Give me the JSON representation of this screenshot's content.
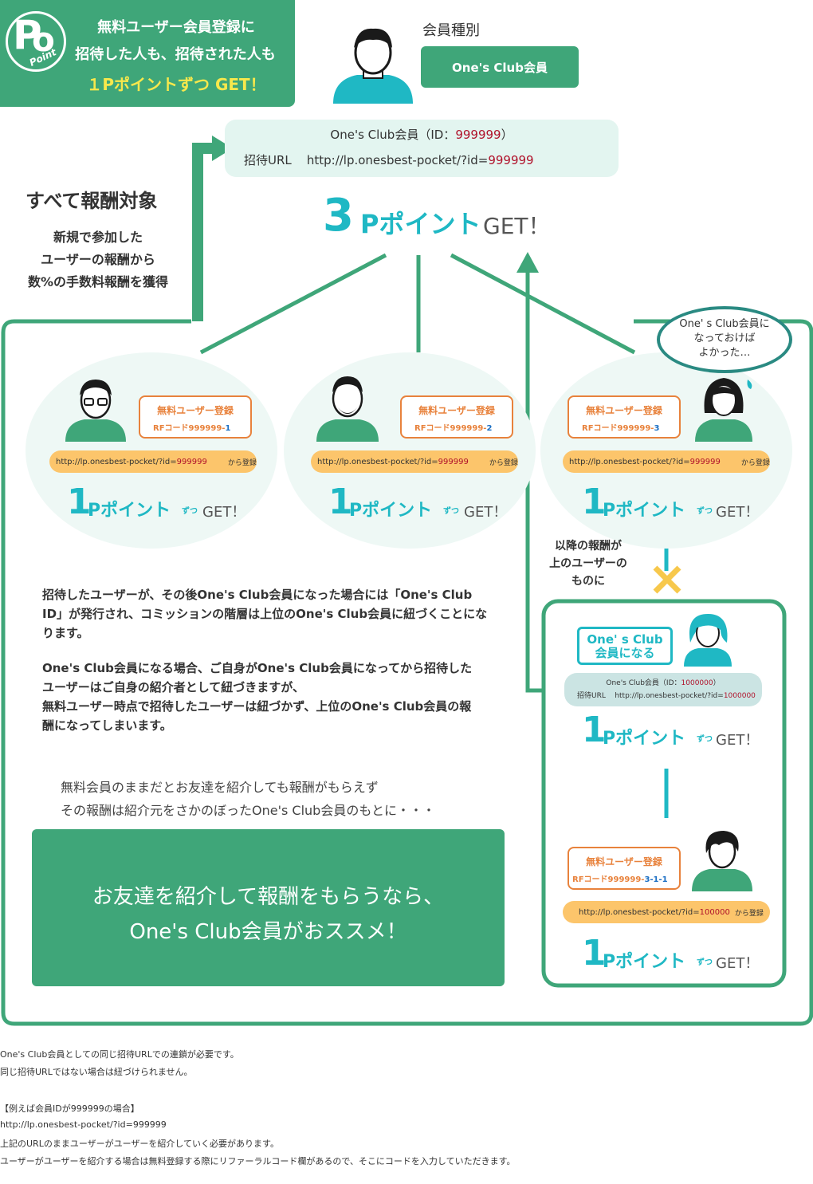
{
  "banner": {
    "line1": "無料ユーザー会員登録に",
    "line2": "招待した人も、招待された人も",
    "line3": "１Pポイントずつ GET！",
    "logo_letter": "P",
    "logo_letter2": "o",
    "logo_text": "Point"
  },
  "member_type": {
    "label": "会員種別",
    "button": "One's Club会員"
  },
  "top_member": {
    "id_prefix": "One's Club会員（ID：",
    "id_value": "999999",
    "id_suffix": "）",
    "url_label": "招待URL",
    "url_base": "http://lp.onesbest-pocket/?id=",
    "url_id": "999999"
  },
  "top_reward": {
    "amount": "3",
    "unit": "Pポイント",
    "get": "GET！"
  },
  "side": {
    "title": "すべて報酬対象",
    "desc1": "新規で参加した",
    "desc2": "ユーザーの報酬から",
    "desc3": "数%の手数料報酬を獲得"
  },
  "children": [
    {
      "reg_title": "無料ユーザー登録",
      "code_prefix": "RFコード999999-",
      "code_suffix": "1",
      "url_base": "http://lp.onesbest-pocket/?id=",
      "url_id": "999999",
      "url_tail": "から登録"
    },
    {
      "reg_title": "無料ユーザー登録",
      "code_prefix": "RFコード999999-",
      "code_suffix": "2",
      "url_base": "http://lp.onesbest-pocket/?id=",
      "url_id": "999999",
      "url_tail": "から登録"
    },
    {
      "reg_title": "無料ユーザー登録",
      "code_prefix": "RFコード999999-",
      "code_suffix": "3",
      "url_base": "http://lp.onesbest-pocket/?id=",
      "url_id": "999999",
      "url_tail": "から登録"
    }
  ],
  "reward_small": {
    "amount": "1",
    "unit": "Pポイント",
    "zutsu": "ずつ",
    "get": "GET！"
  },
  "bubble": {
    "line1": "One' s Club会員に",
    "line2": "なっておけば",
    "line3": "よかった…"
  },
  "note": {
    "line1": "以降の報酬が",
    "line2": "上のユーザーの",
    "line3": "ものに"
  },
  "explain": {
    "p1_1": "招待したユーザーが、その後One's Club会員になった場合には「One's Club",
    "p1_2": "ID」が発行され、コミッションの階層は上位のOne's Club会員に紐づくことにな",
    "p1_3": "ります。",
    "p2_1": "One's Club会員になる場合、ご自身がOne's Club会員になってから招待した",
    "p2_2": "ユーザーはご自身の紹介者として紐づきますが、",
    "p2_3": "無料ユーザー時点で招待したユーザーは紐づかず、上位のOne's Club会員の報",
    "p2_4": "酬になってしまいます。",
    "grey1": "無料会員のままだとお友達を紹介しても報酬がもらえず",
    "grey2": "その報酬は紹介元をさかのぼったOne's Club会員のもとに・・・"
  },
  "cta": {
    "line1": "お友達を紹介して報酬をもらうなら、",
    "line2": "One's Club会員がおススメ！"
  },
  "upgraded": {
    "badge1": "One' s Club",
    "badge2": "会員になる",
    "id_prefix": "One's Club会員（ID：",
    "id_value": "1000000",
    "id_suffix": "）",
    "url_label": "招待URL",
    "url_base": "http://lp.onesbest-pocket/?id=",
    "url_id": "1000000"
  },
  "grandchild": {
    "reg_title": "無料ユーザー登録",
    "code_prefix": "RFコード999999-",
    "code_suffix": "3-1-1",
    "url_base": "http://lp.onesbest-pocket/?id=",
    "url_id": "100000",
    "url_tail": "から登録"
  },
  "footer": {
    "l1": "One's Club会員としての同じ招待URLでの連鎖が必要です。",
    "l2": "同じ招待URLではない場合は紐づけられません。",
    "l3": "【例えば会員IDが999999の場合】",
    "l4": "http://lp.onesbest-pocket/?id=999999",
    "l5": "上記のURLのままユーザーがユーザーを紹介していく必要があります。",
    "l6": "ユーザーがユーザーを紹介する場合は無料登録する際にリファーラルコード欄があるので、そこにコードを入力していただきます。"
  },
  "colors": {
    "green": "#3fa679",
    "teal": "#1fb8c4",
    "orange": "#e8823c",
    "yellow": "#fcc56b",
    "red": "#b0122b",
    "blue": "#1b6fc4"
  },
  "icons": [
    "point-logo-icon",
    "person-icon",
    "x-mark-icon",
    "arrow-up-icon",
    "sweat-drop-icon"
  ]
}
